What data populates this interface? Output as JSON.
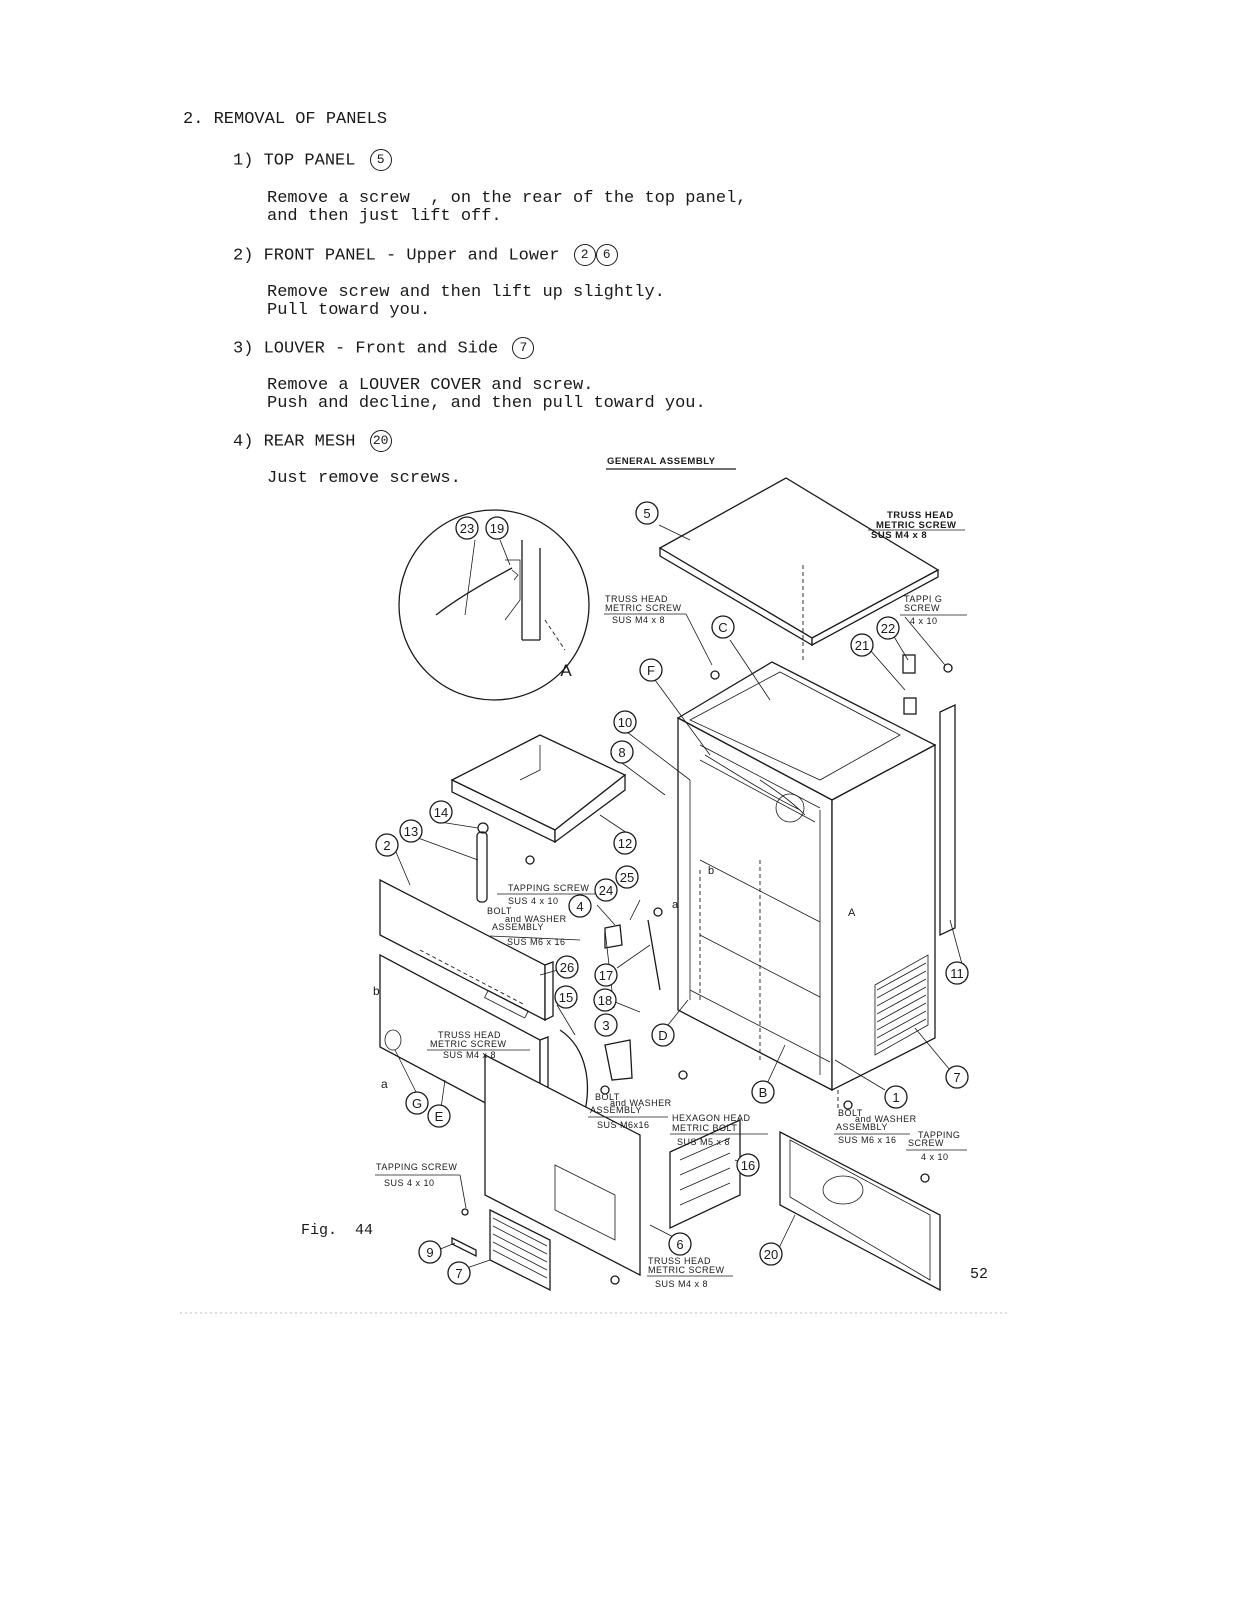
{
  "section_title": "2. REMOVAL OF PANELS",
  "items": [
    {
      "num": "1)",
      "title": "TOP PANEL",
      "refs": [
        "5"
      ],
      "body": [
        "Remove a screw  , on the rear of the top panel,",
        "and then just lift off."
      ]
    },
    {
      "num": "2)",
      "title": "FRONT PANEL - Upper and Lower",
      "refs": [
        "2",
        "6"
      ],
      "body": [
        "Remove screw and then lift up slightly.",
        "Pull toward you."
      ]
    },
    {
      "num": "3)",
      "title": "LOUVER - Front and Side",
      "refs": [
        "7"
      ],
      "body": [
        "Remove a LOUVER COVER and screw.",
        "Push and decline, and then pull toward you."
      ]
    },
    {
      "num": "4)",
      "title": "REAR MESH",
      "refs": [
        "20"
      ],
      "body": [
        "Just remove screws."
      ]
    }
  ],
  "figure": {
    "title": "GENERAL ASSEMBLY",
    "caption": "Fig.  44",
    "detail_label": "A",
    "labels": {
      "truss_top_right_1": "TRUSS HEAD",
      "truss_top_right_2": "METRIC SCREW",
      "truss_top_right_3": "SUS M4 x 8",
      "truss_top_left_1": "TRUSS HEAD",
      "truss_top_left_2": "METRIC SCREW",
      "truss_top_left_3": "SUS M4 x 8",
      "tapping_right_1": "TAPPI  G",
      "tapping_right_2": "SCREW",
      "tapping_right_3": "4 x 10",
      "tapping_mid_1": "TAPPING SCREW",
      "tapping_mid_2": "SUS 4 x 10",
      "bolt_washer_1": "BOLT",
      "bolt_washer_2": "and WASHER",
      "bolt_washer_3": "ASSEMBLY",
      "bolt_washer_4": "SUS M6 x 16",
      "truss_front_1": "TRUSS HEAD",
      "truss_front_2": "METRIC SCREW",
      "truss_front_3": "SUS M4 x 8",
      "bolt_washer_low_1": "BOLT",
      "bolt_washer_low_2": "and WASHER",
      "bolt_washer_low_3": "ASSEMBLY",
      "bolt_washer_low_4": "SUS M6x16",
      "hex_1": "HEXAGON HEAD",
      "hex_2": "METRIC BOLT",
      "hex_3": "SUS M5 x 8",
      "bolt_rear_1": "BOLT",
      "bolt_rear_2": "and WASHER",
      "bolt_rear_3": "ASSEMBLY",
      "bolt_rear_4": "SUS M6 x 16",
      "tapping_rear_1": "TAPPING",
      "tapping_rear_2": "SCREW",
      "tapping_rear_3": "4 x 10",
      "tapping_low_1": "TAPPING SCREW",
      "tapping_low_2": "SUS 4 x 10",
      "truss_bottom_1": "TRUSS HEAD",
      "truss_bottom_2": "METRIC SCREW",
      "truss_bottom_3": "SUS M4 x 8",
      "letter_a": "a",
      "letter_b": "b"
    },
    "callouts": [
      "1",
      "2",
      "3",
      "4",
      "5",
      "6",
      "7",
      "7",
      "8",
      "9",
      "10",
      "11",
      "12",
      "13",
      "14",
      "15",
      "16",
      "17",
      "18",
      "19",
      "20",
      "21",
      "22",
      "23",
      "24",
      "25",
      "26",
      "A",
      "B",
      "C",
      "D",
      "E",
      "F",
      "G"
    ]
  },
  "page_number": "52"
}
